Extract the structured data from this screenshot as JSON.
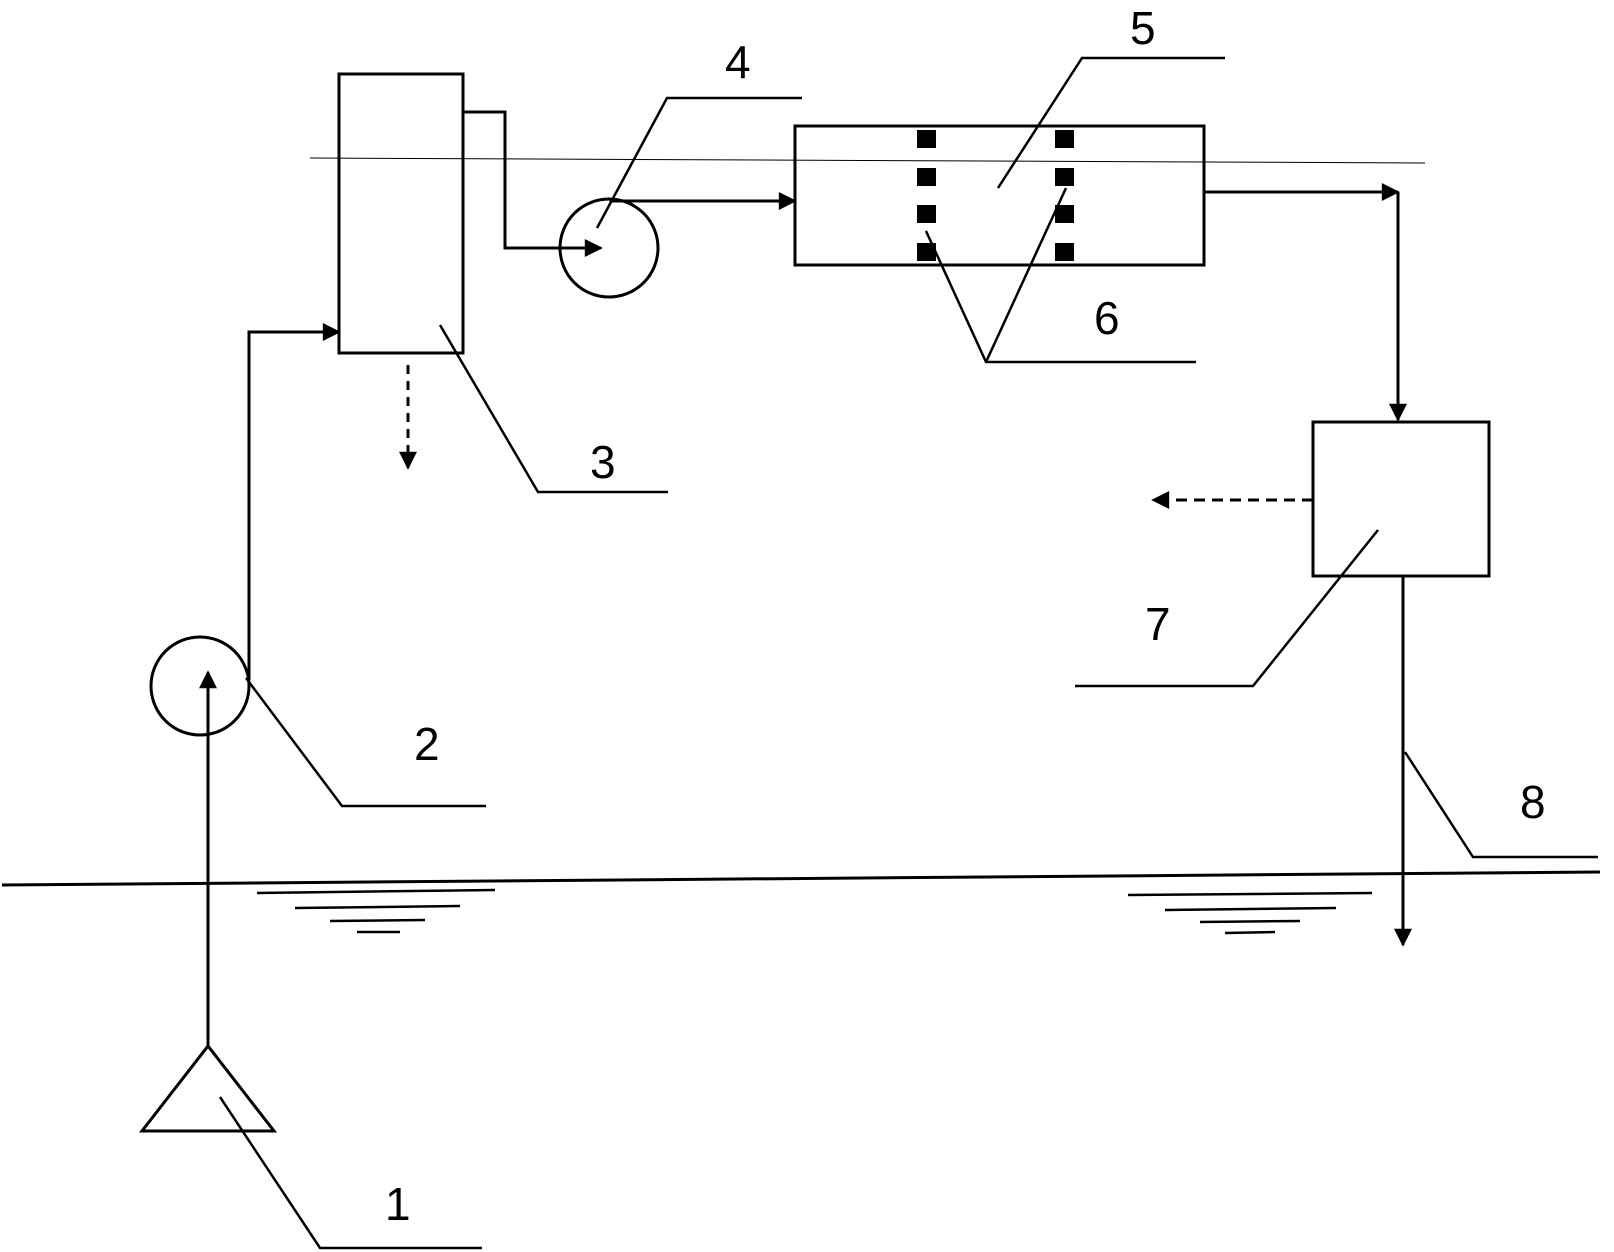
{
  "diagram": {
    "labels": {
      "l1": "1",
      "l2": "2",
      "l3": "3",
      "l4": "4",
      "l5": "5",
      "l6": "6",
      "l7": "7",
      "l8": "8"
    }
  }
}
